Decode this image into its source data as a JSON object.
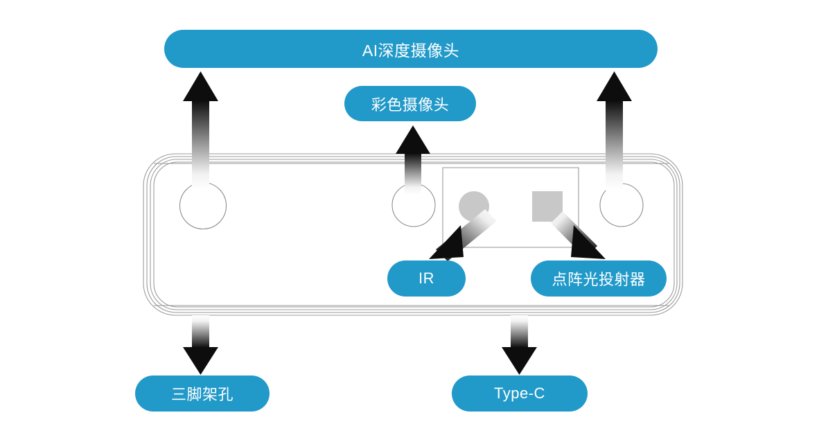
{
  "diagram": {
    "title_label": "AI深度摄像头",
    "subject": "AI depth camera hardware callout diagram",
    "colors": {
      "label_blue": "#2199c9",
      "label_text": "#ffffff",
      "device_outline": "#9a9a9a",
      "component_gray": "#c8c8c8",
      "arrow_head": "#111111",
      "background": "#ffffff"
    },
    "labels": [
      {
        "id": "ai-depth-camera",
        "text": "AI深度摄像头"
      },
      {
        "id": "color-camera",
        "text": "彩色摄像头"
      },
      {
        "id": "ir",
        "text": "IR"
      },
      {
        "id": "dot-projector",
        "text": "点阵光投射器"
      },
      {
        "id": "tripod-hole",
        "text": "三脚架孔"
      },
      {
        "id": "type-c",
        "text": "Type-C"
      }
    ],
    "device": {
      "shape": "rounded-rectangle-bar",
      "lens_circles": 3,
      "inner_module_rect": 1,
      "module_parts": [
        "gray-circle",
        "gray-square"
      ]
    },
    "arrows": [
      {
        "id": "left-lens-to-title",
        "direction": "up"
      },
      {
        "id": "right-lens-to-title",
        "direction": "up"
      },
      {
        "id": "center-lens-to-color-camera",
        "direction": "up"
      },
      {
        "id": "module-circle-to-ir",
        "direction": "down-left"
      },
      {
        "id": "module-square-to-dot-projector",
        "direction": "down-right"
      },
      {
        "id": "device-to-tripod-hole",
        "direction": "down"
      },
      {
        "id": "device-to-type-c",
        "direction": "down"
      }
    ]
  }
}
